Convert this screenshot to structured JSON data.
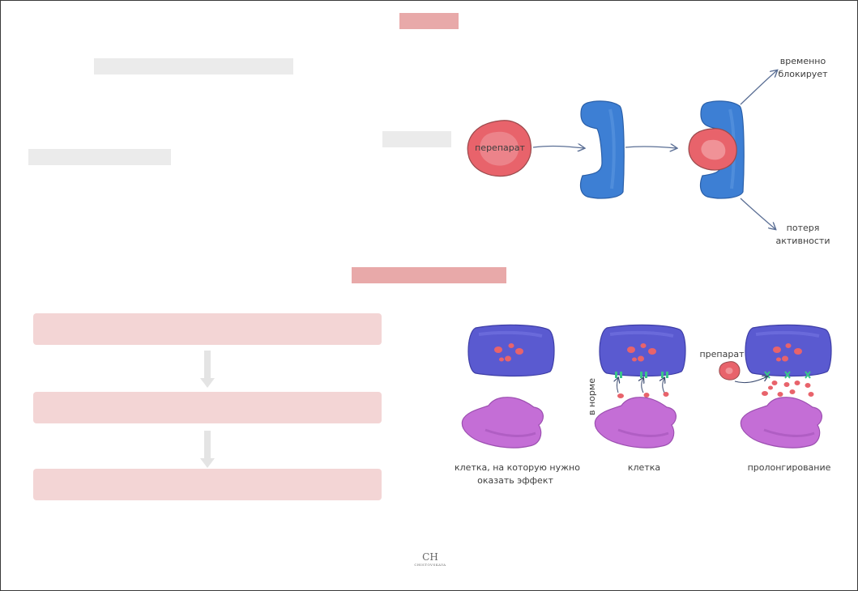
{
  "top_diagram": {
    "drug_label": "перепарат",
    "outcome_top": [
      "временно",
      "блокирует"
    ],
    "outcome_bottom": [
      "потеря",
      "активности"
    ]
  },
  "bottom_diagram": {
    "drug_label": "препарат",
    "side_label": "в норме",
    "captions": {
      "target_cell": [
        "клетка, на которую нужно",
        "оказать эффект"
      ],
      "cell": "клетка",
      "prolonged": "пролонгирование"
    }
  },
  "logo": {
    "monogram": "CH",
    "name": "CHISTOVSKAYA"
  },
  "colors": {
    "title_bar": "#e8a9a9",
    "placeholder_grey": "#ebebeb",
    "flow_box": "#f3d5d5",
    "drug_red": "#e8636b",
    "receptor_blue": "#3d7fd4",
    "cell_indigo": "#5a5ad0",
    "cell_violet": "#c46ed6",
    "arrow": "#5b6f95"
  }
}
